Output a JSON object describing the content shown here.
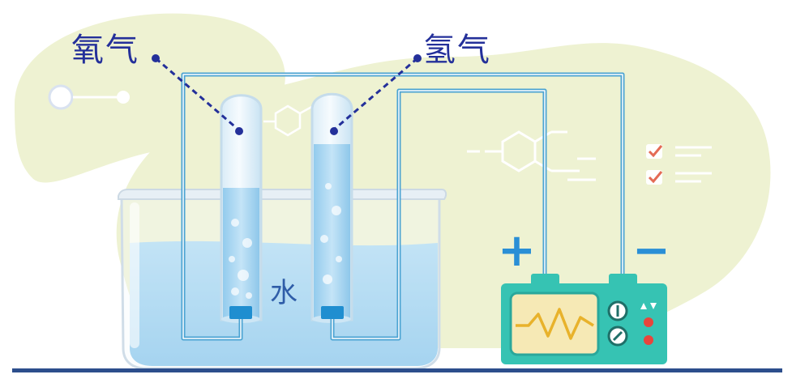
{
  "labels": {
    "oxygen": "氧气",
    "hydrogen": "氢气",
    "water": "水",
    "plus": "+",
    "minus": "−"
  },
  "colors": {
    "label_text": "#24309a",
    "wire": "#4ba3d2",
    "water": "#9fd0ef",
    "background_blob": "#eef2d2",
    "battery_body": "#36c3b3",
    "battery_screen": "#f6e9b5",
    "waveform": "#e8b22b",
    "button_red": "#e8453c",
    "electrode": "#1f8ed0",
    "sign": "#2a8fd6",
    "base_line": "#2c4e8c"
  },
  "icons": [
    "checklist-icon",
    "molecule-icon",
    "waveform-icon",
    "power-button-icon",
    "dial-icon",
    "arrow-up-icon",
    "arrow-down-icon"
  ]
}
